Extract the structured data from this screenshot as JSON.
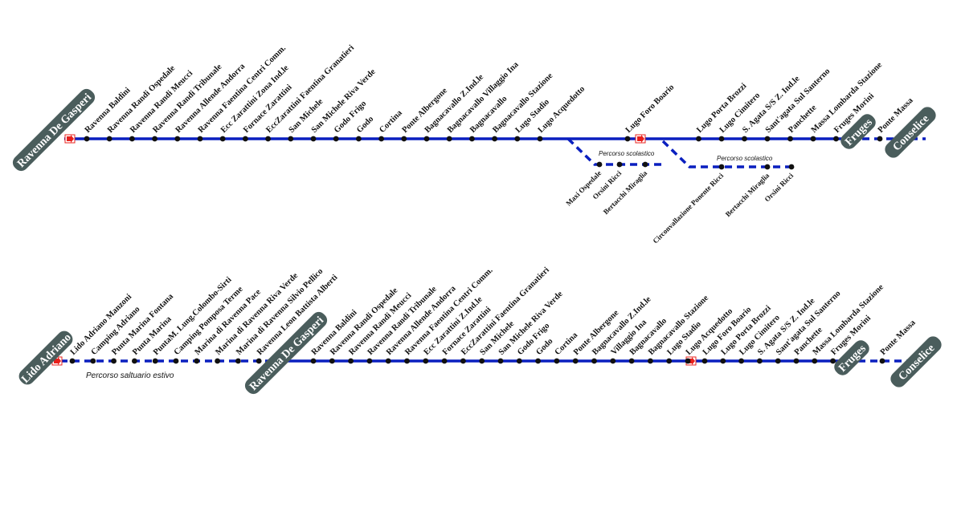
{
  "colors": {
    "line": "#0a1fbf",
    "stop": "#111111",
    "terminal_bg": "#4a5d5c",
    "arrow": "#e8201c"
  },
  "icons": [
    "direction-arrow-icon"
  ],
  "route1": {
    "terminal_start": "Ravenna De Gasperi",
    "terminal_mid": "Fruges",
    "terminal_end": "Conselice",
    "stops": [
      "Ravenna Baldini",
      "Ravenna Randi Ospedale",
      "Ravenna Randi Meucci",
      "Ravenna Randi Tribunale",
      "Ravenna Allende Andorra",
      "Ravenna Faentina Centri Comm.",
      "Ecc Zarattini Zona Ind.le",
      "Fornace Zarattini",
      "EccZarattini Faentina Granatieri",
      "San Michele",
      "San Michele Riva Verde",
      "Godo Frigo",
      "Godo",
      "Cortina",
      "Ponte Albergone",
      "Bagnacavallo Z.Ind.le",
      "Bagnacavallo Villaggio Ina",
      "Bagnacavallo",
      "Bagnacavallo Stazione",
      "Lugo Stadio",
      "Lugo Acquedotto",
      "Lugo Foro Boario",
      "Lugo Porta Brozzi",
      "Lugo Cimitero",
      "S. Agata S/S Z. Ind.le",
      "Sant'agata Sul Santerno",
      "Panchette",
      "Massa Lombarda Stazione",
      "Fruges Morini"
    ],
    "stop_after_mid": "Ponte Massa",
    "branch1": {
      "note": "Percorso scolastico",
      "stops": [
        "Maxi Ospedale",
        "Orsini Ricci",
        "Bertacchi Miraglia"
      ]
    },
    "branch2": {
      "note": "Percorso scolastico",
      "stops": [
        "Circonvallazione Ponente Ricci",
        "Bertacchi Miraglia",
        "Orsini Ricci"
      ]
    }
  },
  "route2": {
    "terminal_start": "Lido Adriano",
    "terminal_mid1": "Ravenna De Gasperi",
    "terminal_mid2": "Fruges",
    "terminal_end": "Conselice",
    "note": "Percorso saltuario estivo",
    "seasonal_stops": [
      "Lido Adriano Manzoni",
      "Camping Adriano",
      "Punta Marina Fontana",
      "Punta Marina",
      "PuntaM. Lung.Colombo-Sirti",
      "Camping Pomposa Terme",
      "Marina di Ravenna Pace",
      "Marina di Ravenna Riva Verde",
      "Marina di Ravenna Silvio Pellico",
      "Ravenna Leon Battista Alberti"
    ],
    "stops": [
      "Ravenna Baldini",
      "Ravenna Randi Ospedale",
      "Ravenna Randi Meucci",
      "Ravenna Randi Tribunale",
      "Ravenna Allende Andorra",
      "Ravenna Faentina Centri Comm.",
      "Ecc Zarattini Z.Ind.le",
      "Fornace Zarattini",
      "EccZarattini Faentina Granatieri",
      "San Michele",
      "San Michele Riva Verde",
      "Godo Frigo",
      "Godo",
      "Cortina",
      "Ponte Albergone",
      "Bagnacavallo Z.Ind.le",
      "Villaggio Ina",
      "Bagnacavallo",
      "Bagnacavallo Stazione",
      "Lugo Stadio",
      "Lugo Acquedotto",
      "Lugo Foro Boario",
      "Lugo Porta Brozzi",
      "Lugo Cimitero",
      "S. Agata S/S Z. Ind.le",
      "Sant'agata Sul Santerno",
      "Panchette",
      "Massa Lombarda Stazione",
      "Fruges Morini"
    ],
    "stop_after_mid": "Ponte Massa"
  }
}
